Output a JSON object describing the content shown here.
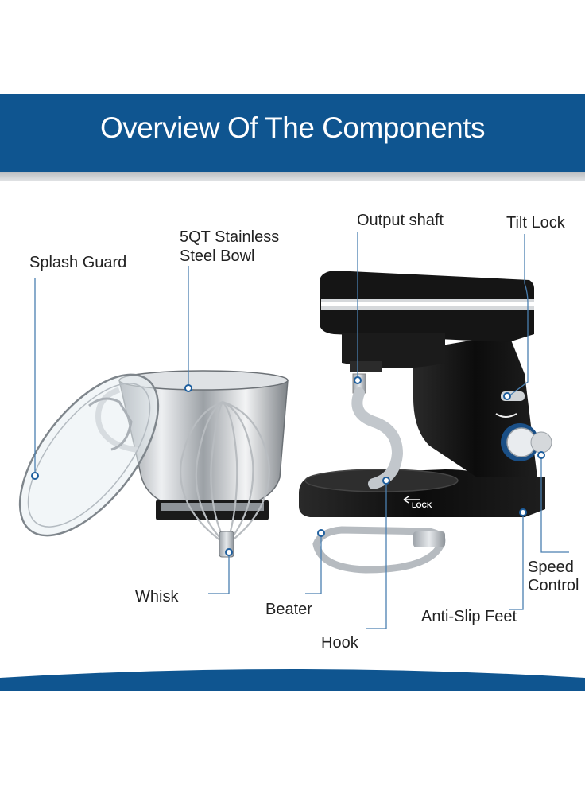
{
  "header": {
    "title": "Overview Of The Components",
    "banner_color": "#0f5590"
  },
  "labels": {
    "splash_guard": "Splash Guard",
    "bowl_line1": "5QT Stainless",
    "bowl_line2": "Steel Bowl",
    "output_shaft": "Output shaft",
    "tilt_lock": "Tilt Lock",
    "whisk": "Whisk",
    "beater": "Beater",
    "hook": "Hook",
    "anti_slip_feet": "Anti-Slip Feet",
    "speed_line1": "Speed",
    "speed_line2": "Control"
  },
  "device": {
    "lock_text": "LOCK"
  },
  "colors": {
    "accent": "#0f5590",
    "leader": "#4a7fb0",
    "mixer_body": "#111111",
    "steel": "#c8ccd0"
  }
}
